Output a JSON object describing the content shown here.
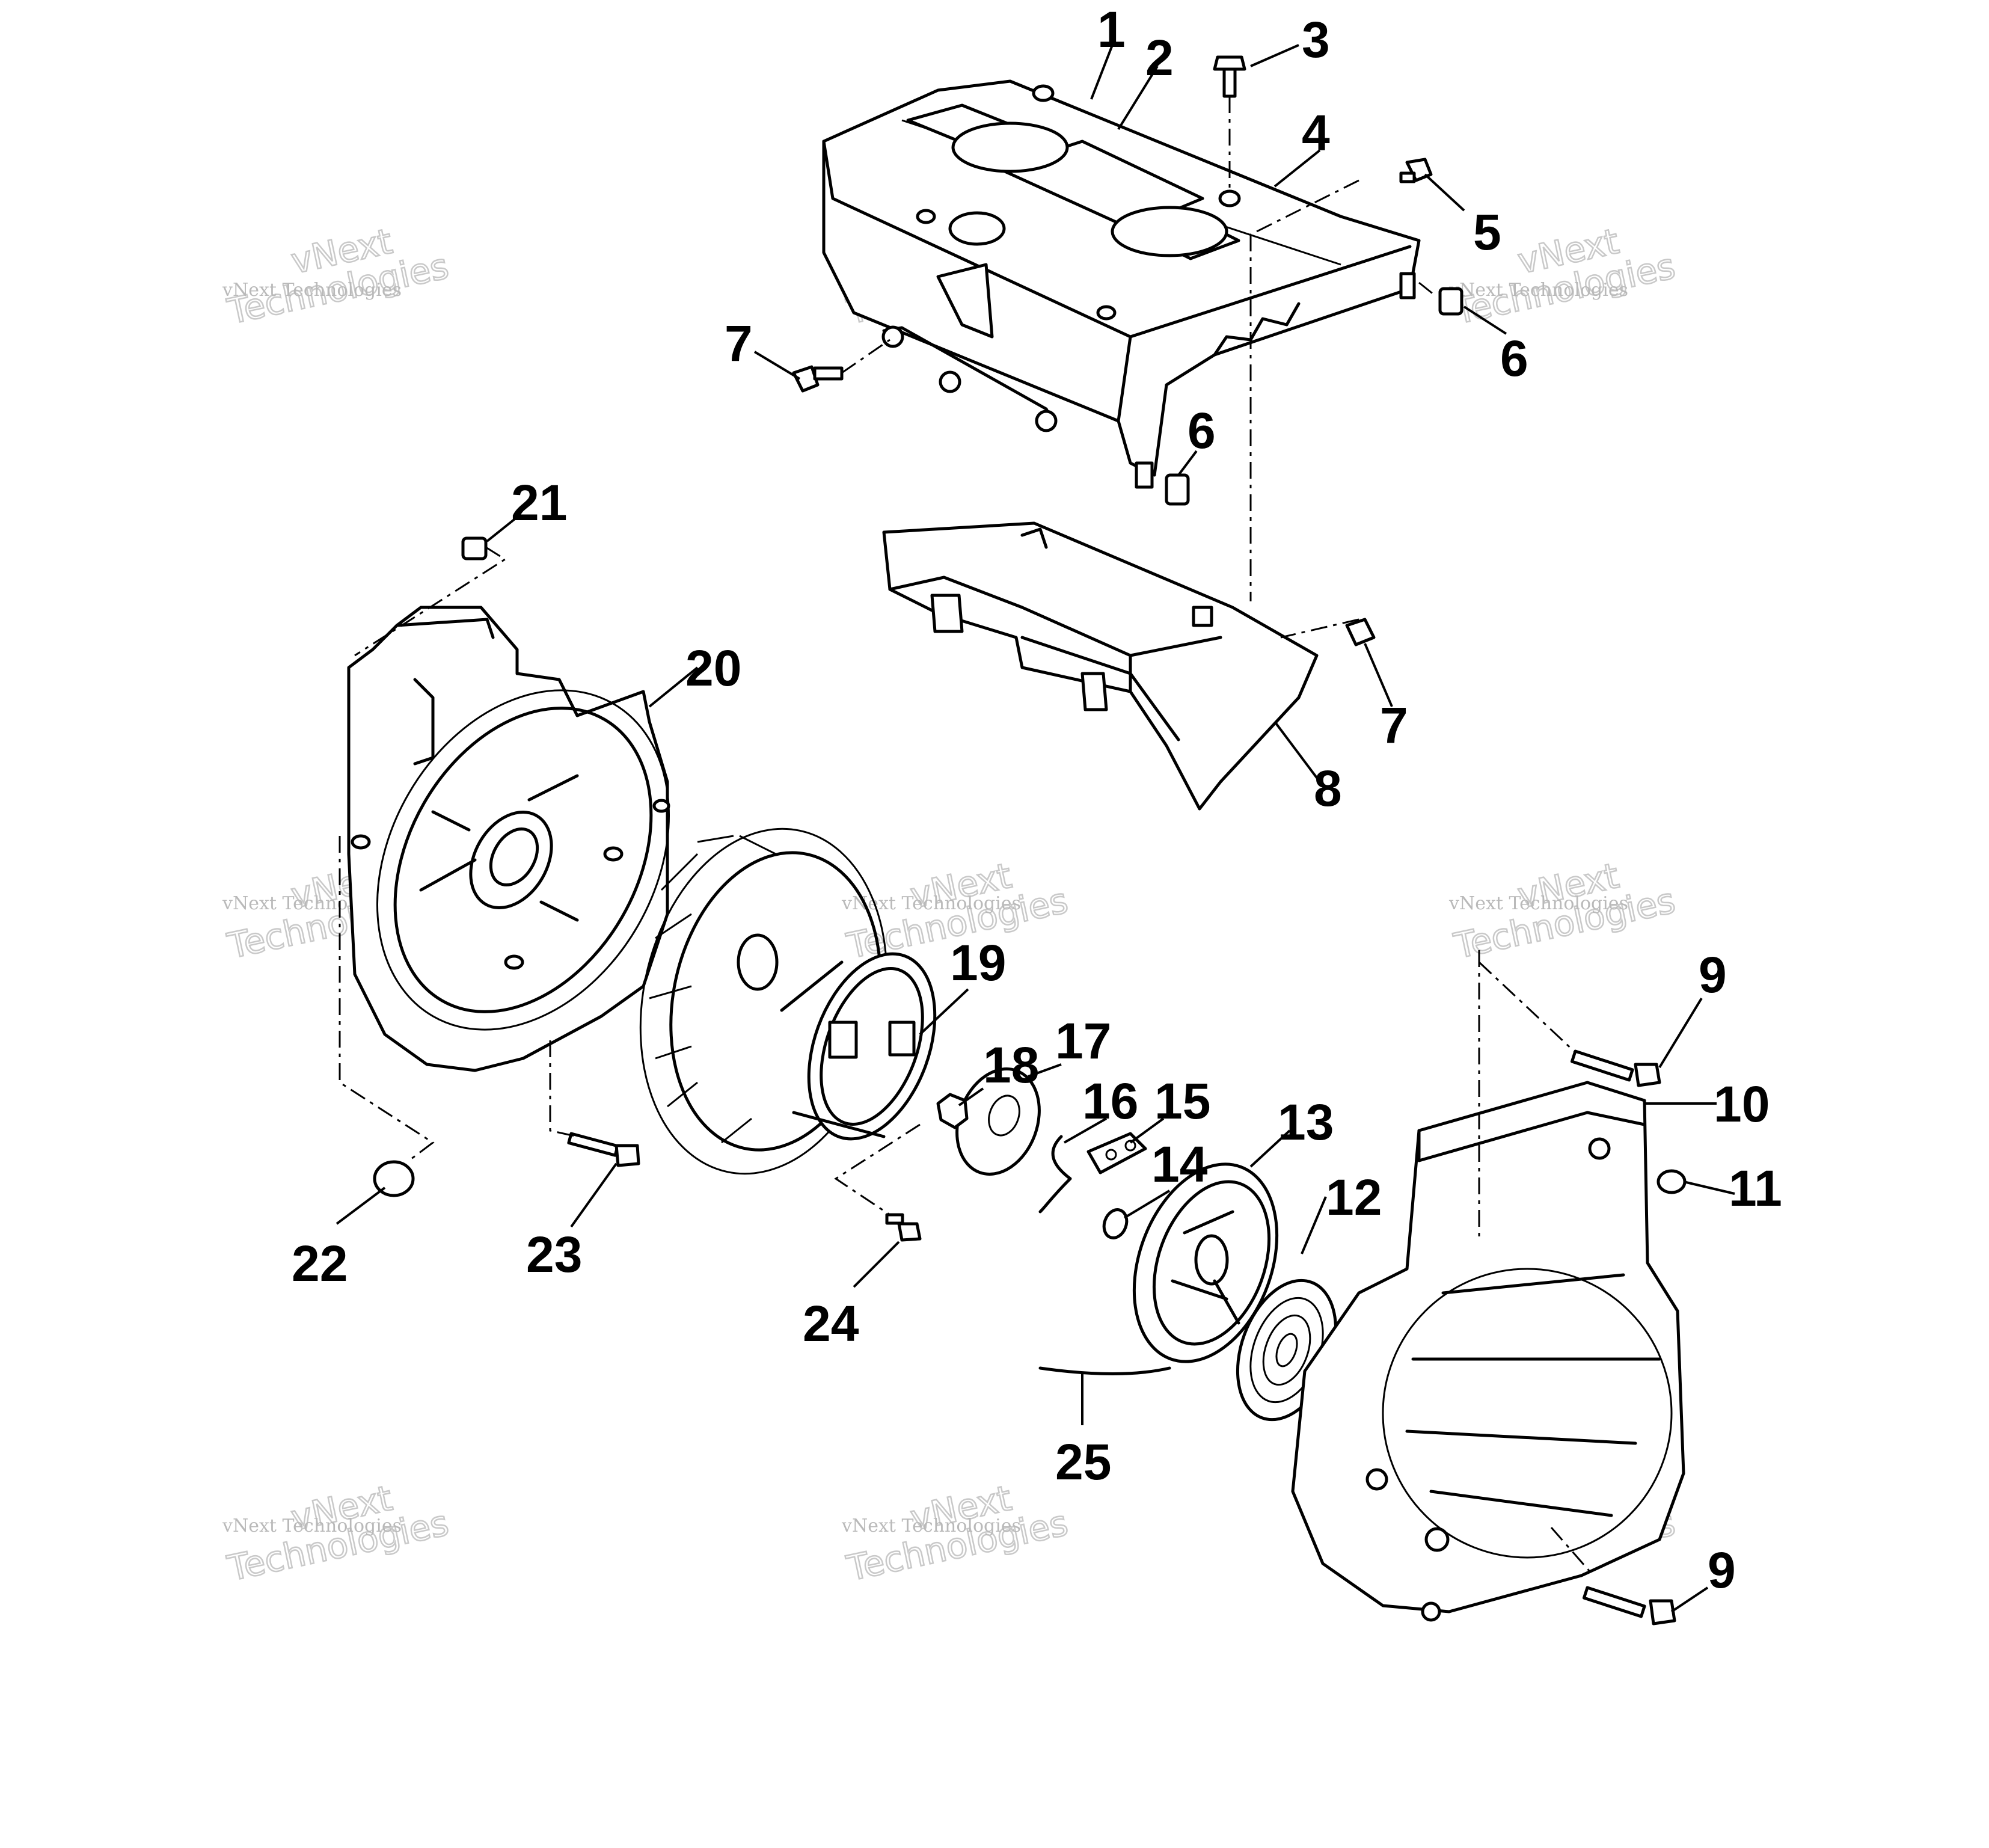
{
  "watermark": {
    "line1": "vNext Technologies",
    "line2": "vNext",
    "line3": "Technologies"
  },
  "labels": [
    "1",
    "2",
    "3",
    "4",
    "5",
    "6",
    "6",
    "7",
    "7",
    "8",
    "9",
    "9",
    "10",
    "11",
    "12",
    "13",
    "14",
    "15",
    "16",
    "17",
    "18",
    "19",
    "20",
    "21",
    "22",
    "23",
    "24",
    "25"
  ]
}
